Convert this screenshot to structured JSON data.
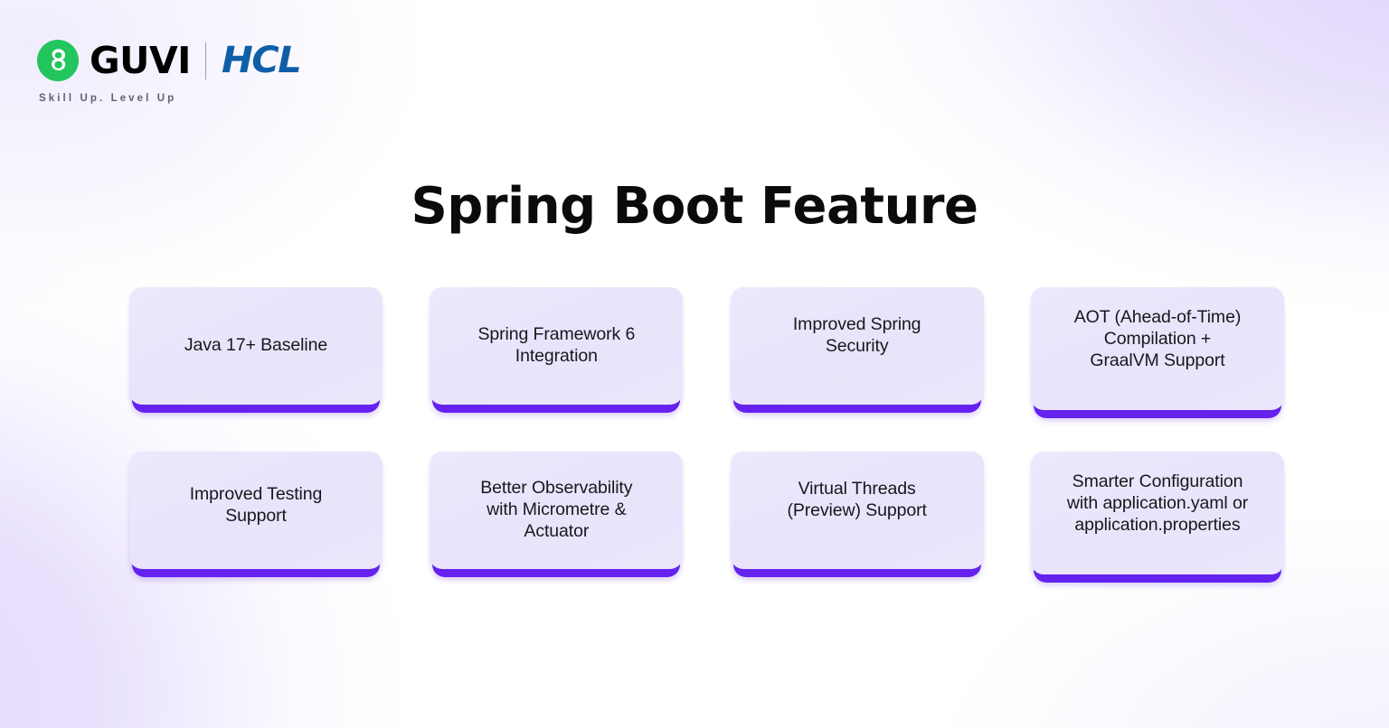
{
  "brand": {
    "logo_icon": "guvi-circle-g-icon",
    "name": "GUVI",
    "divider": "vertical-divider",
    "partner": "HCL",
    "tagline": "Skill Up. Level Up",
    "colors": {
      "guvi_green": "#22c55e",
      "hcl_blue": "#0f5fa8",
      "tagline_gray": "#5c6270"
    }
  },
  "slide": {
    "title": "Spring Boot Feature",
    "accent_color": "#6622f0",
    "card_fill": "#ebe6fc",
    "background": "#ffffff"
  },
  "cards": [
    {
      "label": "Java 17+ Baseline"
    },
    {
      "label": "Spring Framework 6\nIntegration"
    },
    {
      "label": "Improved Spring\nSecurity"
    },
    {
      "label": "AOT (Ahead-of-Time)\nCompilation +\nGraalVM Support"
    },
    {
      "label": "Improved Testing\nSupport"
    },
    {
      "label": "Better Observability\nwith Micrometre &\nActuator"
    },
    {
      "label": "Virtual Threads\n(Preview) Support"
    },
    {
      "label": "Smarter Configuration\nwith application.yaml or\napplication.properties"
    }
  ]
}
